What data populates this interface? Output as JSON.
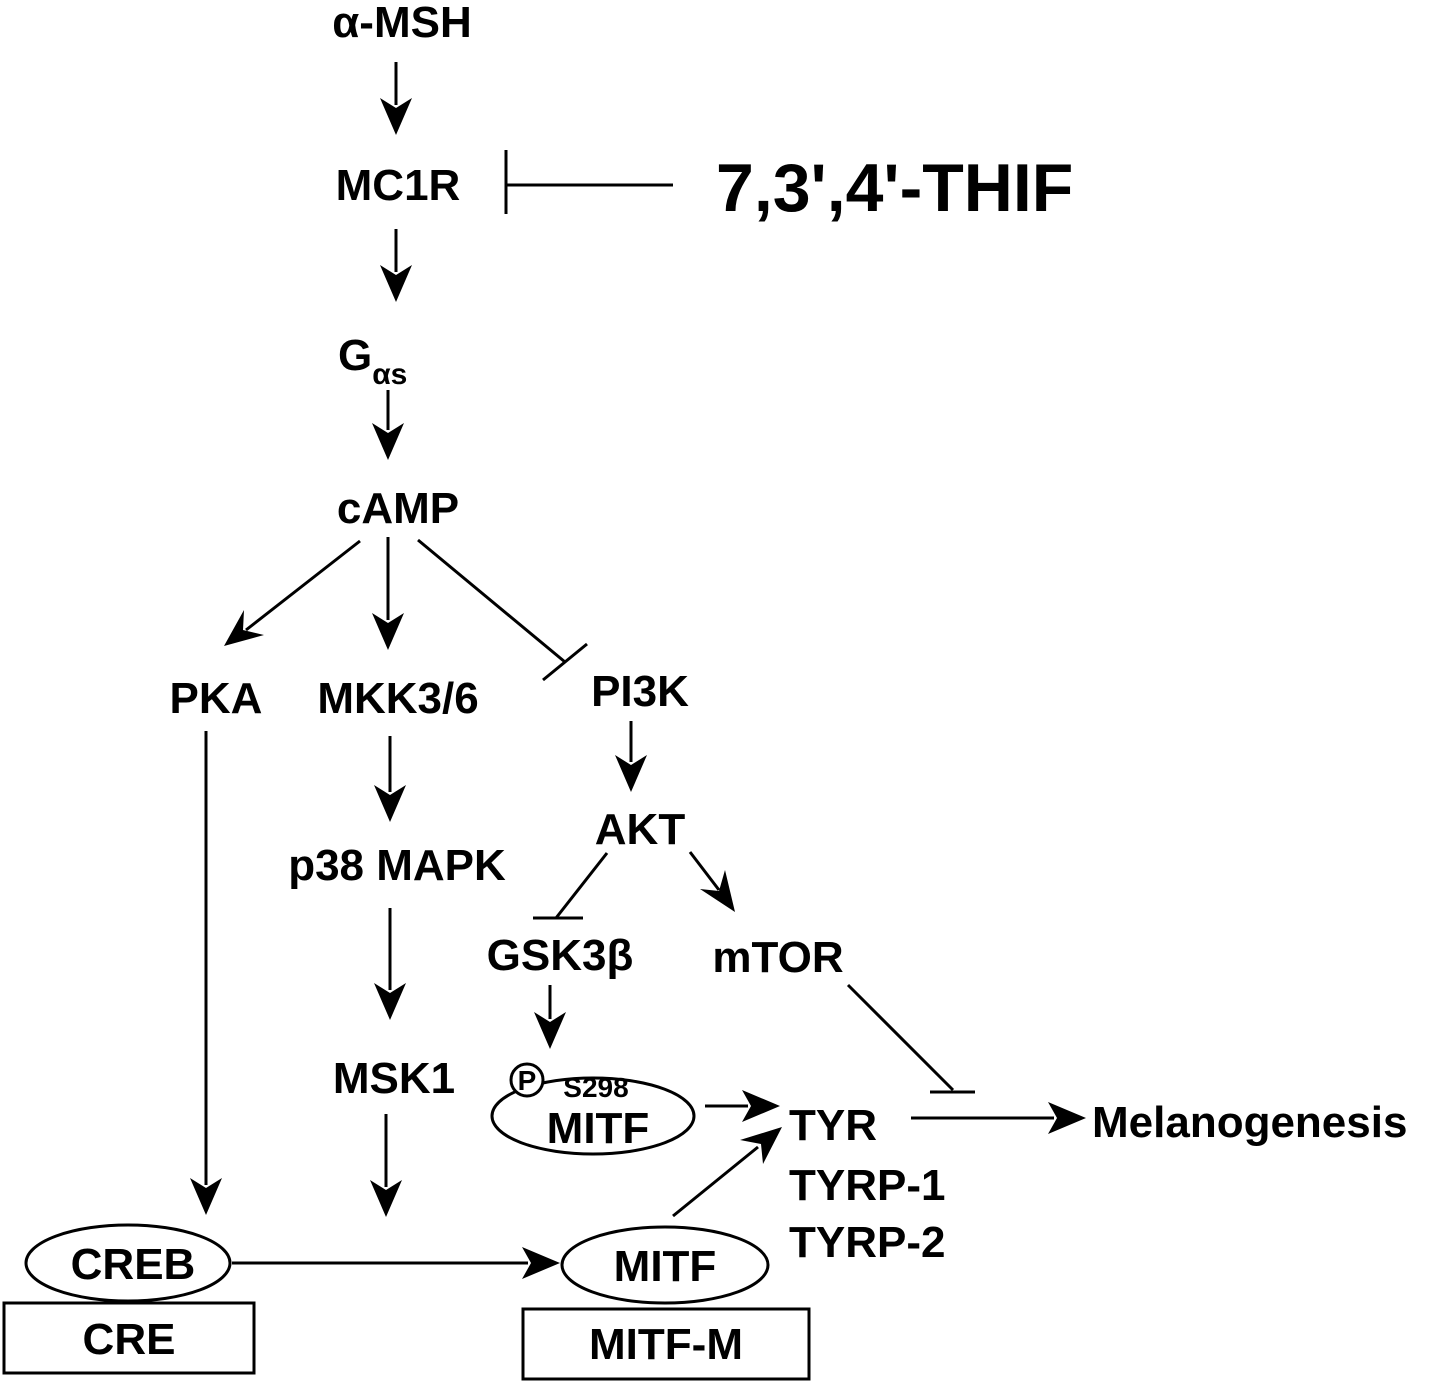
{
  "nodes": {
    "amsh": "α-MSH",
    "mc1r": "MC1R",
    "thif": "7,3',4'-THIF",
    "gas_main": "G",
    "gas_sub": "αs",
    "camp": "cAMP",
    "pka": "PKA",
    "mkk": "MKK3/6",
    "pi3k": "PI3K",
    "p38": "p38 MAPK",
    "akt": "AKT",
    "gsk": "GSK3β",
    "mtor": "mTOR",
    "msk1": "MSK1",
    "phospho": "P",
    "s298": "S298",
    "mitf_p": "MITF",
    "tyr": "TYR",
    "tyrp1": "TYRP-1",
    "tyrp2": "TYRP-2",
    "melanogenesis": "Melanogenesis",
    "creb": "CREB",
    "cre": "CRE",
    "mitf": "MITF",
    "mitf_m": "MITF-M"
  },
  "colors": {
    "ink": "#000000",
    "background": "#ffffff"
  }
}
